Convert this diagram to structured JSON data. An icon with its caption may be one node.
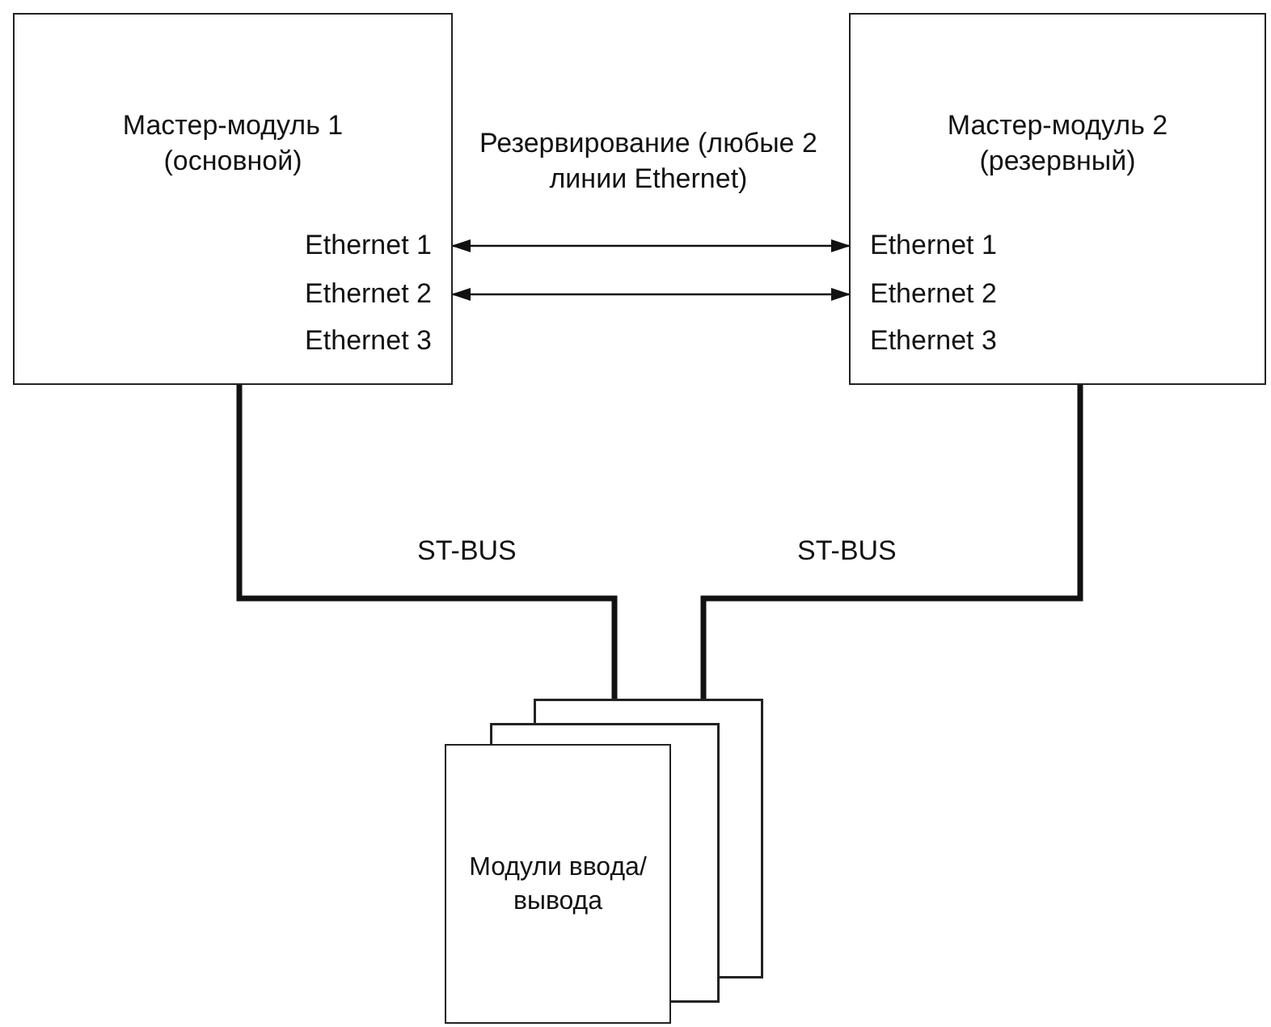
{
  "diagram": {
    "nodes": [
      {
        "text": [
          "Мастер-модуль 1 (основной)"
        ]
      },
      {
        "text": [
          "Ethernet 1"
        ],
        "in": 0
      },
      {
        "text": [
          "Ethernet 2"
        ],
        "in": 0
      },
      {
        "text": [
          "Ethernet 3"
        ],
        "in": 0
      },
      {
        "text": [
          "Мастер-модуль 2 (резервный)"
        ]
      },
      {
        "text": [
          "Ethernet 1"
        ],
        "in": 4
      },
      {
        "text": [
          "Ethernet 2"
        ],
        "in": 4
      },
      {
        "text": [
          "Ethernet 3"
        ],
        "in": 4
      },
      {
        "text": [
          "Модули ввода/вывода"
        ]
      }
    ],
    "edges": [
      {
        "from": 1,
        "to": 5,
        "arrow": "both"
      },
      {
        "from": 2,
        "to": 6,
        "arrow": "both"
      },
      {
        "from": 0,
        "to": 8,
        "arrow": "none",
        "style": "thick",
        "label": "ST-BUS"
      },
      {
        "from": 4,
        "to": 8,
        "arrow": "none",
        "style": "thick",
        "label": "ST-BUS"
      }
    ],
    "labels": [
      "Резервирование (любые 2 линии Ethernet)"
    ]
  }
}
